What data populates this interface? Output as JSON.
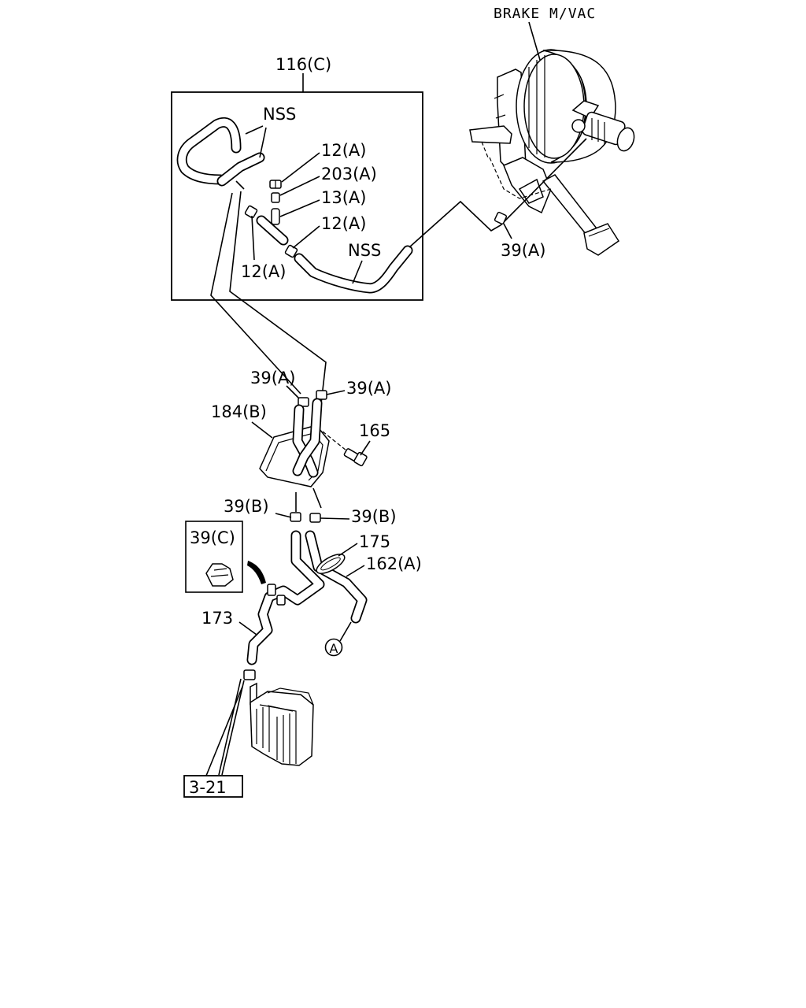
{
  "labels": {
    "brake_mvac": "BRAKE M/VAC",
    "ref_116c": "116(C)",
    "nss_top": "NSS",
    "p12a_1": "12(A)",
    "p203a": "203(A)",
    "p13a": "13(A)",
    "p12a_2": "12(A)",
    "p12a_3": "12(A)",
    "nss_mid": "NSS",
    "p39a_right": "39(A)",
    "p39a_left": "39(A)",
    "p39a_center": "39(A)",
    "p184b": "184(B)",
    "p165": "165",
    "p39b_left": "39(B)",
    "p39b_right": "39(B)",
    "p39c": "39(C)",
    "p175": "175",
    "p162a": "162(A)",
    "p173": "173",
    "circle_a": "A",
    "ref_3_21": "3-21"
  }
}
